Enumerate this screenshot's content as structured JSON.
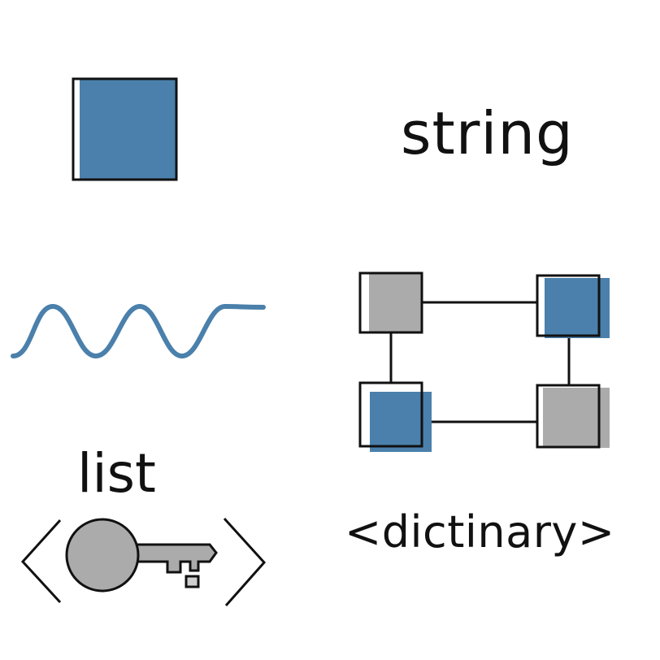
{
  "labels": {
    "string": "string",
    "list": "list",
    "dictionary": "<dictinary>"
  },
  "icons": {
    "square": "blue-square-icon",
    "wave": "wave-icon",
    "network": "node-network-icon",
    "key": "key-icon"
  },
  "colors": {
    "blue": "#4a80ab",
    "gray": "#ababab",
    "outline": "#111111",
    "background": "#ffffff"
  }
}
